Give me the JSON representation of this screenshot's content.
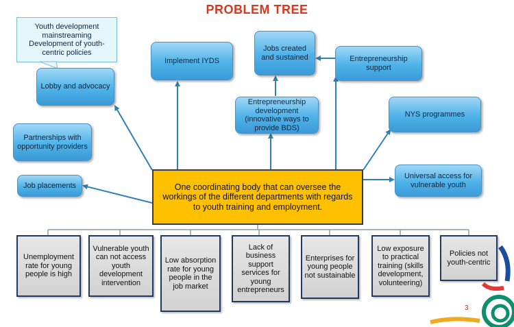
{
  "title": "PROBLEM TREE",
  "callout": "Youth development mainstreaming Development of youth-centric policies",
  "solutions": {
    "lobby": "Lobby and advocacy",
    "implement": "Implement IYDS",
    "jobs": "Jobs created and sustained",
    "entrepreneurship_support": "Entrepreneurship support",
    "entrepreneurship_development": "Entrepreneurship development (innovative ways to provide BDS)",
    "nys": "NYS programmes",
    "partnerships": "Partnerships with opportunity providers",
    "job_placements": "Job placements",
    "universal_access": "Universal access for vulnerable youth"
  },
  "core": "One coordinating body that can oversee the workings of the different departments with regards to youth training and employment.",
  "problems": [
    "Unemployment rate for young people is high",
    "Vulnerable youth can not access youth development intervention",
    "Low absorption rate for young people in the job market",
    "Lack of business support services for young entrepreneurs",
    "Enterprises for young people not sustainable",
    "Low exposure to practical training (skills development, volunteering)",
    "Policies not youth-centric"
  ],
  "page_number": "3",
  "colors": {
    "title": "#d9381e",
    "core_fill": "#ffc000",
    "box_fill": "#4fb2e8",
    "arrow": "#2f7fb0"
  }
}
